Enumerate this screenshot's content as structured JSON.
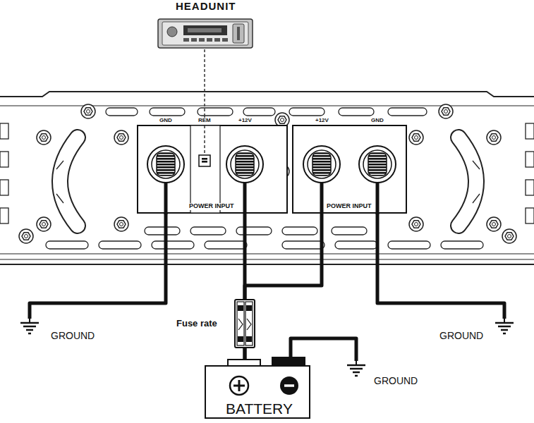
{
  "diagram": {
    "nodes": [
      {
        "text": [
          "HEADUNIT"
        ]
      },
      {
        "text": [
          "GND",
          "REM",
          "+12V",
          "POWER INPUT"
        ]
      },
      {
        "text": [
          "+12V",
          "GND",
          "POWER INPUT"
        ]
      },
      {
        "text": [
          "BATTERY"
        ]
      }
    ],
    "edges": [
      {
        "from": 0,
        "to": 1,
        "arrow": "none"
      },
      {
        "from": 3,
        "to": 1,
        "arrow": "none"
      },
      {
        "from": 3,
        "to": 2,
        "arrow": "none"
      }
    ],
    "labels": [
      "GROUND",
      "GROUND",
      "Fuse rate",
      "GROUND"
    ]
  }
}
